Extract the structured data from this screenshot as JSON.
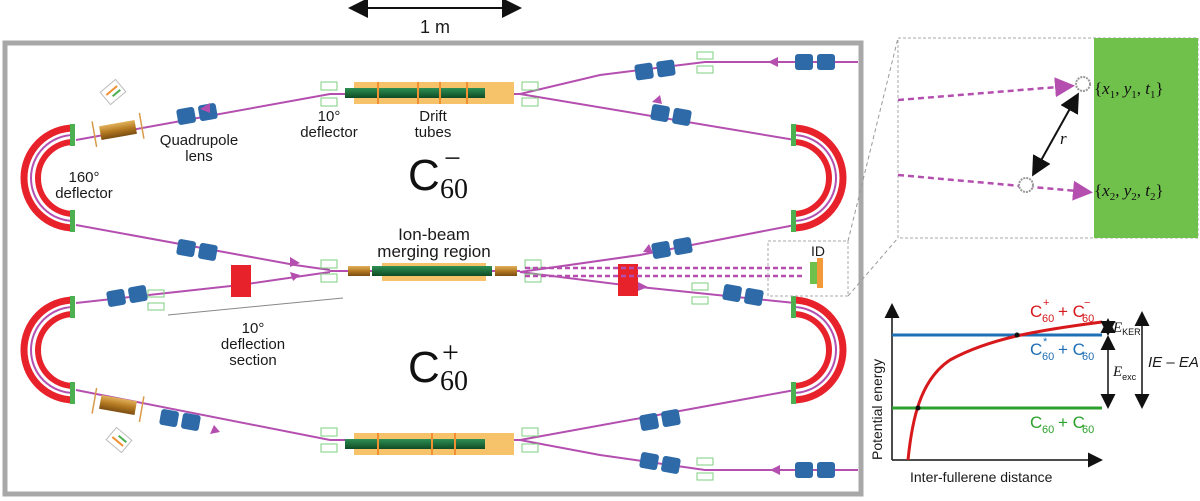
{
  "scale_bar": {
    "label": "1 m"
  },
  "ring": {
    "top_label_main": "C",
    "top_label_sub": "60",
    "top_label_sup": "−",
    "bottom_label_main": "C",
    "bottom_label_sub": "60",
    "bottom_label_sup": "+"
  },
  "labels": {
    "deflector_10": [
      "10°",
      "deflector"
    ],
    "drift_tubes": [
      "Drift",
      "tubes"
    ],
    "quadrupole": [
      "Quadrupole",
      "lens"
    ],
    "deflector_160": [
      "160°",
      "deflector"
    ],
    "merging": [
      "Ion-beam",
      "merging region"
    ],
    "deflection_section": [
      "10°",
      "deflection",
      "section"
    ],
    "detector": "ID"
  },
  "detector_inset": {
    "hit1": "{x1, y1, t1}",
    "hit1_parts": [
      "{",
      "x",
      "1",
      ", ",
      "y",
      "1",
      ", ",
      "t",
      "1",
      "}"
    ],
    "hit2_parts": [
      "{",
      "x",
      "2",
      ", ",
      "y",
      "2",
      ", ",
      "t",
      "2",
      "}"
    ],
    "separation": "r"
  },
  "energy_diagram": {
    "ylabel": "Potential energy",
    "xlabel": "Inter-fullerene distance",
    "levels": [
      {
        "name": "ion-pair",
        "label": "C60+ + C60−",
        "color": "#d7191c"
      },
      {
        "name": "excited",
        "label": "C60* + C60",
        "color": "#1f6fb5"
      },
      {
        "name": "ground",
        "label": "C60 + C60",
        "color": "#2ca02c"
      }
    ],
    "arrows": {
      "ker": "E",
      "ker_sub": "KER",
      "exc": "E",
      "exc_sub": "exc",
      "total": "IE – EA"
    }
  },
  "colors": {
    "beam": "#b44fb0",
    "deflector_red": "#e8222a",
    "quad_blue": "#2e6aa8",
    "drift_green": "#1e6e3c",
    "tube_orange": "#f6c26a",
    "frame": "#a8a8a8",
    "detector_green": "#70c04c"
  }
}
